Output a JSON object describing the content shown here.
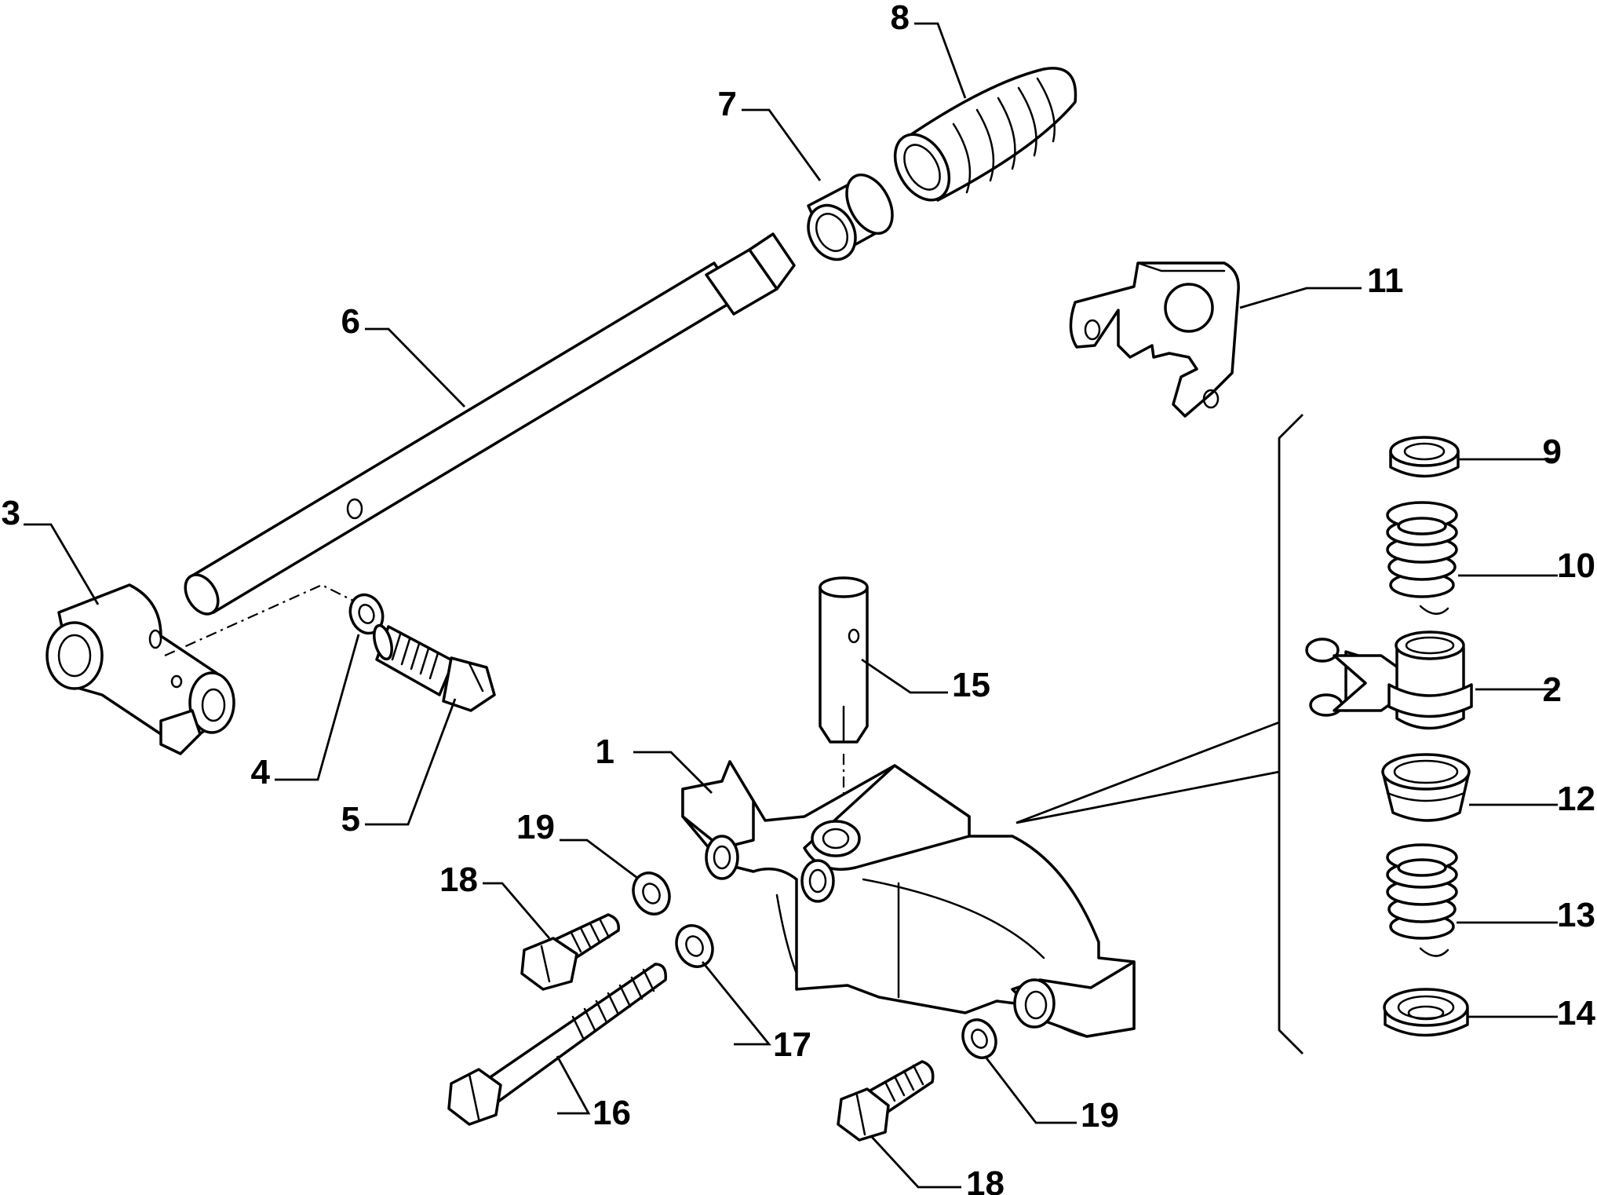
{
  "diagram": {
    "type": "exploded-parts-view",
    "callouts": [
      {
        "id": "label-1",
        "text": "1"
      },
      {
        "id": "label-2",
        "text": "2"
      },
      {
        "id": "label-3",
        "text": "3"
      },
      {
        "id": "label-4",
        "text": "4"
      },
      {
        "id": "label-5",
        "text": "5"
      },
      {
        "id": "label-6",
        "text": "6"
      },
      {
        "id": "label-7",
        "text": "7"
      },
      {
        "id": "label-8",
        "text": "8"
      },
      {
        "id": "label-9",
        "text": "9"
      },
      {
        "id": "label-10",
        "text": "10"
      },
      {
        "id": "label-11",
        "text": "11"
      },
      {
        "id": "label-12",
        "text": "12"
      },
      {
        "id": "label-13",
        "text": "13"
      },
      {
        "id": "label-14",
        "text": "14"
      },
      {
        "id": "label-15",
        "text": "15"
      },
      {
        "id": "label-16",
        "text": "16"
      },
      {
        "id": "label-17",
        "text": "17"
      },
      {
        "id": "label-18-top",
        "text": "18"
      },
      {
        "id": "label-18-bottom",
        "text": "18"
      },
      {
        "id": "label-19-top",
        "text": "19"
      },
      {
        "id": "label-19-bottom",
        "text": "19"
      }
    ]
  }
}
